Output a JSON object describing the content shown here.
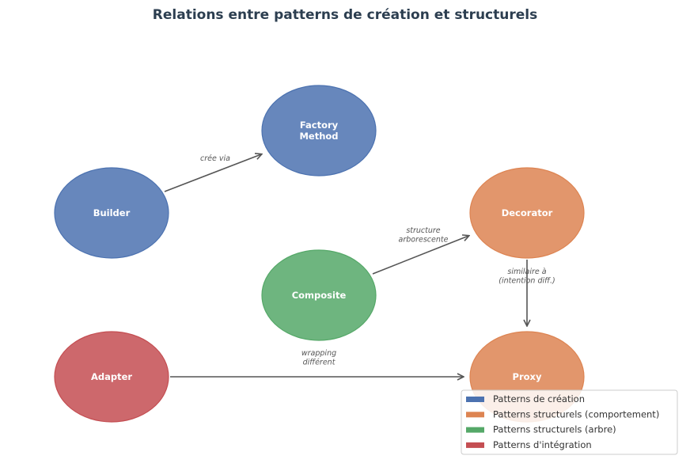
{
  "title": "Relations entre patterns de création et structurels",
  "colors": {
    "creation": "#4c72b0",
    "structural_behavior": "#dd8452",
    "structural_tree": "#55a868",
    "integration": "#c44e52",
    "edge": "#555555"
  },
  "nodes": [
    {
      "id": "builder",
      "lines": [
        "Builder"
      ],
      "category": "creation"
    },
    {
      "id": "factory",
      "lines": [
        "Factory",
        "Method"
      ],
      "category": "creation"
    },
    {
      "id": "decorator",
      "lines": [
        "Decorator"
      ],
      "category": "structural_behavior"
    },
    {
      "id": "composite",
      "lines": [
        "Composite"
      ],
      "category": "structural_tree"
    },
    {
      "id": "adapter",
      "lines": [
        "Adapter"
      ],
      "category": "integration"
    },
    {
      "id": "proxy",
      "lines": [
        "Proxy"
      ],
      "category": "structural_behavior"
    }
  ],
  "edges": [
    {
      "from": "builder",
      "to": "factory",
      "lines": [
        "crée via"
      ]
    },
    {
      "from": "composite",
      "to": "decorator",
      "lines": [
        "structure",
        "arborescente"
      ]
    },
    {
      "from": "decorator",
      "to": "proxy",
      "lines": [
        "similaire à",
        "(intention diff.)"
      ]
    },
    {
      "from": "adapter",
      "to": "proxy",
      "lines": [
        "wrapping",
        "différent"
      ]
    }
  ],
  "legend": [
    {
      "label": "Patterns de création",
      "category": "creation"
    },
    {
      "label": "Patterns structurels (comportement)",
      "category": "structural_behavior"
    },
    {
      "label": "Patterns structurels (arbre)",
      "category": "structural_tree"
    },
    {
      "label": "Patterns d'intégration",
      "category": "integration"
    }
  ]
}
